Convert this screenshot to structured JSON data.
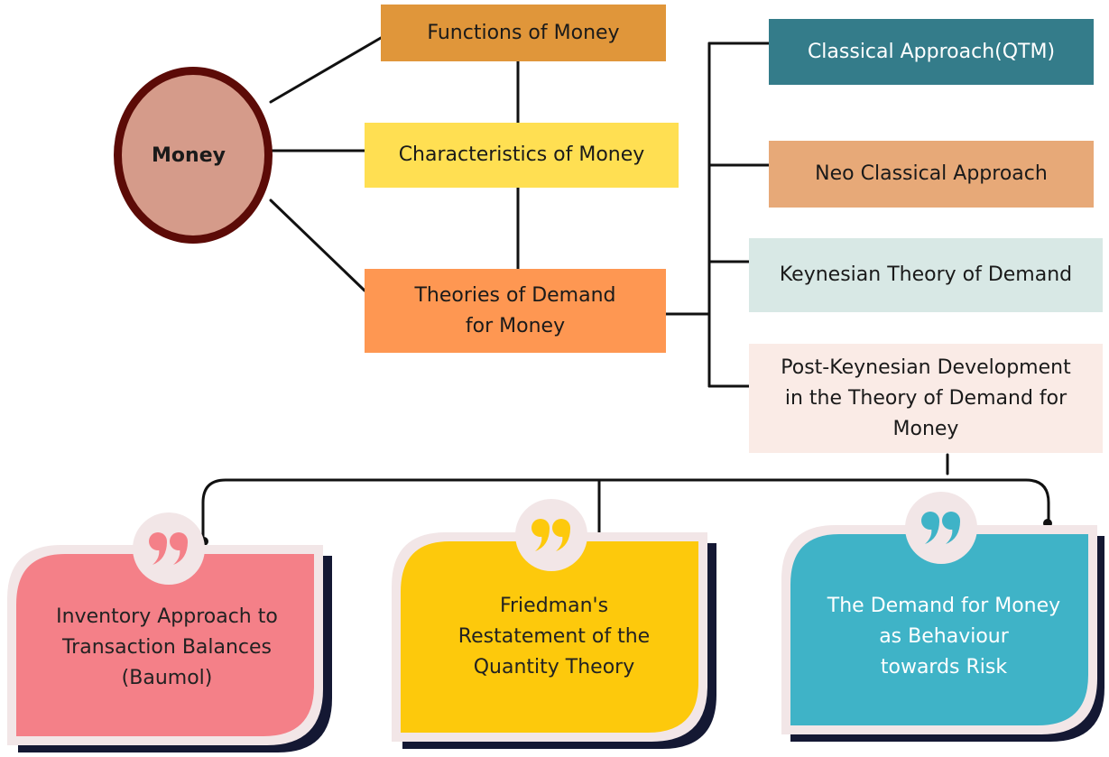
{
  "root": {
    "label": "Money"
  },
  "branches": {
    "functions": "Functions of Money",
    "characteristics": "Characteristics of Money",
    "theories": [
      "Theories of Demand",
      "for Money"
    ]
  },
  "theories": {
    "classical": "Classical Approach(QTM)",
    "neo_classical": "Neo Classical Approach",
    "keynesian": "Keynesian Theory of Demand",
    "post_keynesian": [
      "Post-Keynesian Development",
      "in the Theory of Demand for",
      "Money"
    ]
  },
  "post_keynesian_children": [
    {
      "lines": [
        "Inventory Approach to",
        "Transaction Balances",
        "(Baumol)"
      ],
      "color": "#f48088",
      "text_color": "#222222",
      "quote_color": "#f48088"
    },
    {
      "lines": [
        "Friedman's",
        "Restatement of the",
        "Quantity Theory"
      ],
      "color": "#fdc90c",
      "text_color": "#222222",
      "quote_color": "#fdc90c"
    },
    {
      "lines": [
        "The Demand for Money",
        "as Behaviour",
        "towards Risk"
      ],
      "color": "#3fb3c7",
      "text_color": "#ffffff",
      "quote_color": "#3fb3c7"
    }
  ],
  "colors": {
    "functions": "#e0963a",
    "characteristics": "#ffdf52",
    "theories": "#fe9752",
    "classical": "#347c8a",
    "neo_classical": "#e7a978",
    "keynesian": "#d8e8e5",
    "post_keynesian": "#faebe6",
    "circle_fill": "#d59b8a",
    "circle_ring": "#5c0b07",
    "card_border": "#f2e6e7",
    "card_shadow": "#141833"
  },
  "icons": {
    "card_badge": "quote-icon"
  }
}
